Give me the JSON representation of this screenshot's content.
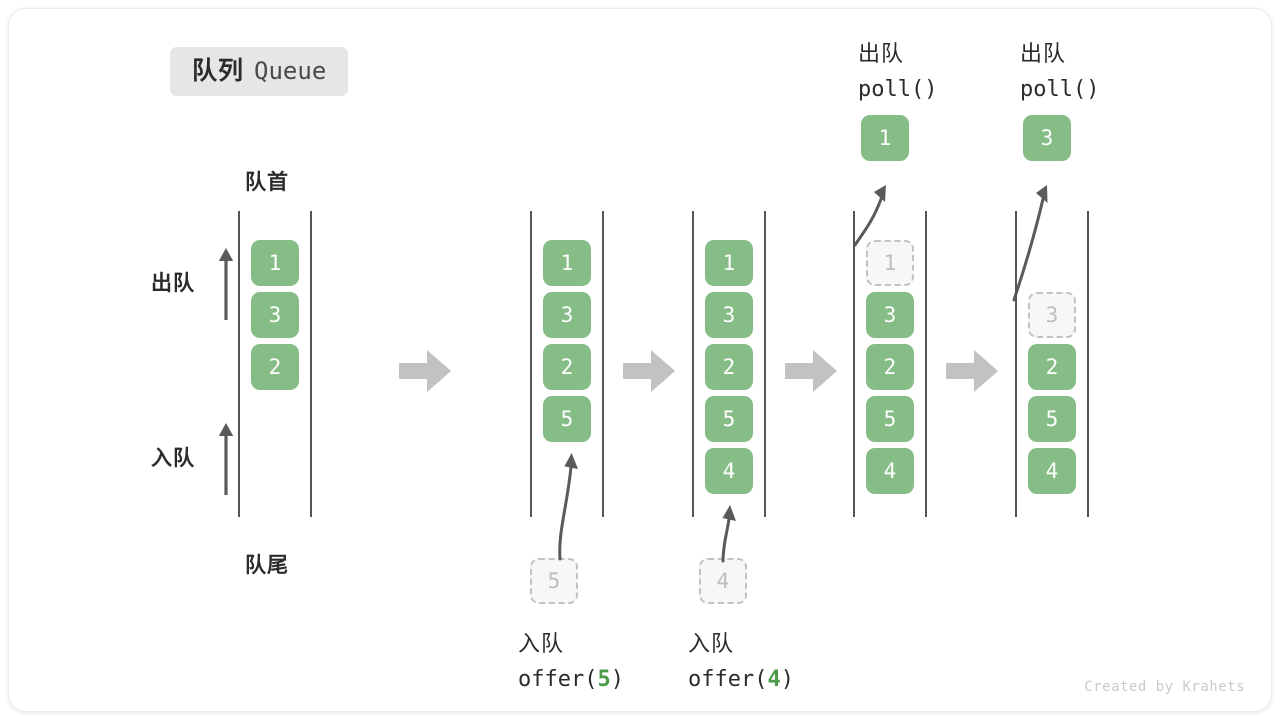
{
  "title": {
    "cn": "队列",
    "en": "Queue"
  },
  "labels": {
    "head": "队首",
    "tail": "队尾",
    "dequeue": "出队",
    "enqueue": "入队"
  },
  "colors": {
    "box_fill": "#86bd86",
    "box_text": "#ffffff",
    "ghost_fill": "#f7f7f7",
    "ghost_border": "#c2c2c2",
    "ghost_text": "#bdbdbd",
    "rail": "#555555",
    "arrow": "#5a5a5a",
    "chevron": "#c2c2c2",
    "chip_bg": "#e6e6e6",
    "accent_number": "#4a9a4a",
    "text": "#2b2b2b",
    "watermark": "#c9c9c9"
  },
  "watermark": "Created by Krahets",
  "stages": [
    {
      "id": "initial",
      "items": [
        "1",
        "3",
        "2"
      ],
      "ghost_slot": null,
      "ghost_value": null,
      "incoming": null,
      "popped": null,
      "caption_cn": null,
      "caption_code_prefix": null,
      "caption_code_arg": null,
      "caption_code_suffix": null
    },
    {
      "id": "offer-5",
      "items": [
        "1",
        "3",
        "2",
        "5"
      ],
      "ghost_slot": null,
      "ghost_value": null,
      "incoming": "5",
      "popped": null,
      "caption_cn": "入队",
      "caption_code_prefix": "offer(",
      "caption_code_arg": "5",
      "caption_code_suffix": ")"
    },
    {
      "id": "offer-4",
      "items": [
        "1",
        "3",
        "2",
        "5",
        "4"
      ],
      "ghost_slot": null,
      "ghost_value": null,
      "incoming": "4",
      "popped": null,
      "caption_cn": "入队",
      "caption_code_prefix": "offer(",
      "caption_code_arg": "4",
      "caption_code_suffix": ")"
    },
    {
      "id": "poll-1",
      "items": [
        "3",
        "2",
        "5",
        "4"
      ],
      "ghost_slot": 0,
      "ghost_value": "1",
      "incoming": null,
      "popped": "1",
      "caption_cn": "出队",
      "caption_code_prefix": "poll(",
      "caption_code_arg": "",
      "caption_code_suffix": ")"
    },
    {
      "id": "poll-3",
      "items": [
        "2",
        "5",
        "4"
      ],
      "ghost_slot": 1,
      "ghost_value": "3",
      "incoming": null,
      "popped": "3",
      "caption_cn": "出队",
      "caption_code_prefix": "poll(",
      "caption_code_arg": "",
      "caption_code_suffix": ")"
    }
  ],
  "chevrons": [
    "chevron-right-icon",
    "chevron-right-icon",
    "chevron-right-icon",
    "chevron-right-icon"
  ]
}
